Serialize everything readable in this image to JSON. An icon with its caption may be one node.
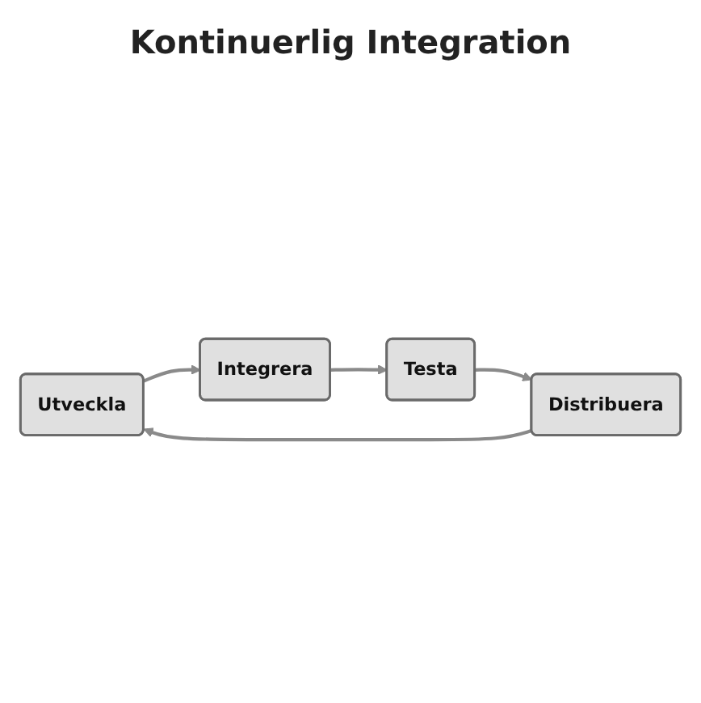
{
  "diagram": {
    "title": "Kontinuerlig Integration",
    "nodes": [
      {
        "text": [
          "Utveckla"
        ]
      },
      {
        "text": [
          "Integrera"
        ]
      },
      {
        "text": [
          "Testa"
        ]
      },
      {
        "text": [
          "Distribuera"
        ]
      }
    ],
    "edges": [
      {
        "from": 0,
        "to": 1,
        "arrow": "to"
      },
      {
        "from": 1,
        "to": 2,
        "arrow": "to"
      },
      {
        "from": 2,
        "to": 3,
        "arrow": "to"
      },
      {
        "from": 3,
        "to": 0,
        "arrow": "to"
      }
    ]
  }
}
